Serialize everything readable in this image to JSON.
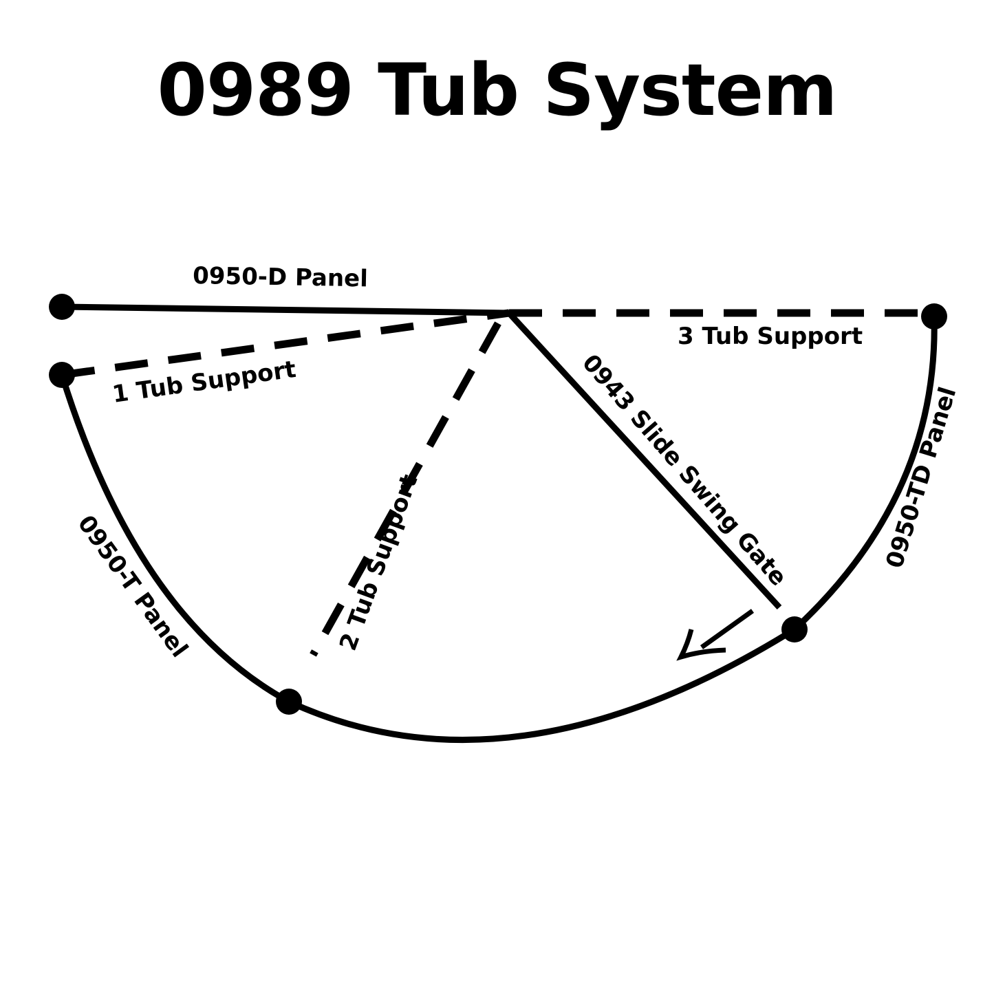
{
  "title": "0989 Tub System",
  "labels": {
    "d_panel": "0950-D Panel",
    "tub_support_1": "1 Tub Support",
    "tub_support_2": "2 Tub Support",
    "tub_support_3": "3 Tub Support",
    "swing_gate": "0943 Slide Swing Gate",
    "t_panel": "0950-T Panel",
    "td_panel": "0950-TD Panel"
  },
  "colors": {
    "ink": "#000000",
    "background": "#ffffff"
  },
  "icons": [
    "arrow-icon"
  ]
}
